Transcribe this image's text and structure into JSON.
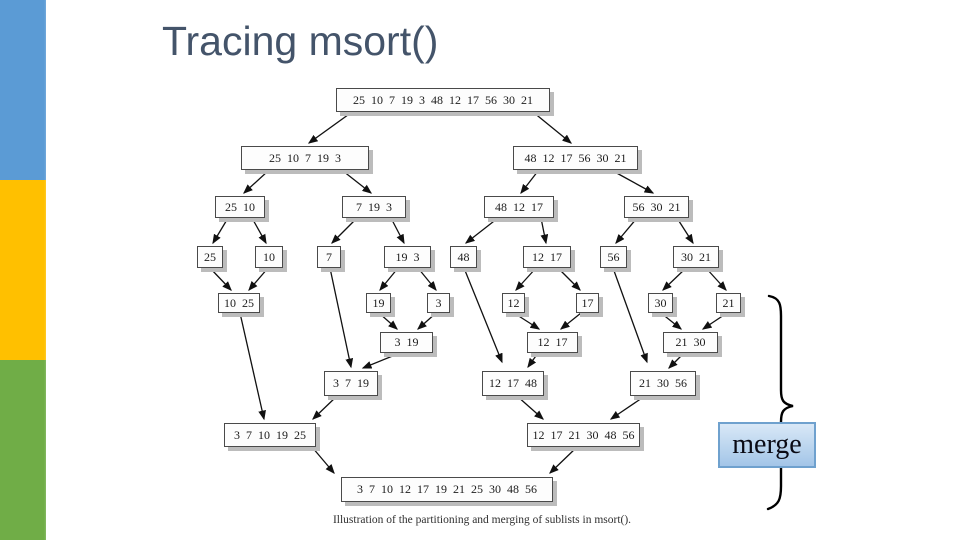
{
  "slide": {
    "title": "Tracing msort()",
    "caption": "Illustration of the partitioning and merging of sublists in msort().",
    "merge_label": "merge"
  },
  "theme": {
    "sidebar_blue": "#5B9BD5",
    "sidebar_yellow": "#FFC000",
    "sidebar_green": "#70AD47",
    "title_color": "#44546A",
    "merge_border": "#6FA1CE",
    "merge_fill_top": "#D9E8F7",
    "merge_fill_bottom": "#A3C5E8"
  },
  "diagram": {
    "nodes": [
      {
        "text": "25 10 7 19 3 48 12 17 56 30 21"
      },
      {
        "text": "25 10 7 19 3"
      },
      {
        "text": "48 12 17 56 30 21"
      },
      {
        "text": "25 10"
      },
      {
        "text": "7 19 3"
      },
      {
        "text": "48 12 17"
      },
      {
        "text": "56 30 21"
      },
      {
        "text": "25"
      },
      {
        "text": "10"
      },
      {
        "text": "7"
      },
      {
        "text": "19 3"
      },
      {
        "text": "48"
      },
      {
        "text": "12 17"
      },
      {
        "text": "56"
      },
      {
        "text": "30 21"
      },
      {
        "text": "10 25"
      },
      {
        "text": "19"
      },
      {
        "text": "3"
      },
      {
        "text": "12"
      },
      {
        "text": "17"
      },
      {
        "text": "30"
      },
      {
        "text": "21"
      },
      {
        "text": "3 19"
      },
      {
        "text": "12 17"
      },
      {
        "text": "21 30"
      },
      {
        "text": "3 7 19"
      },
      {
        "text": "12 17 48"
      },
      {
        "text": "21 30 56"
      },
      {
        "text": "3 7 10 19 25"
      },
      {
        "text": "12 17 21 30 48 56"
      },
      {
        "text": "3 7 10 12 17 19 21 25 30 48 56"
      }
    ]
  }
}
